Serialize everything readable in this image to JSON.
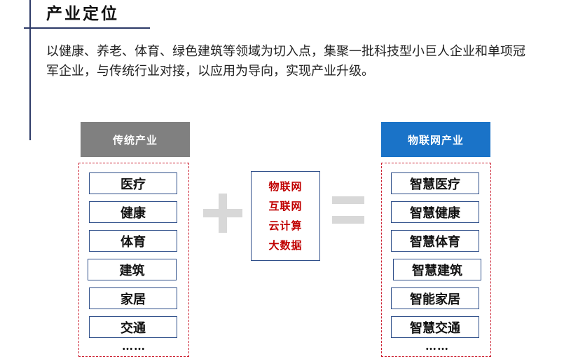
{
  "title": "产业定位",
  "intro": "以健康、养老、体育、绿色建筑等领域为切入点，集聚一批科技型小巨人企业和单项冠军企业，与传统行业对接，以应用为导向，实现产业升级。",
  "traditional": {
    "header": "传统产业",
    "items": [
      "医疗",
      "健康",
      "体育",
      "建筑",
      "家居",
      "交通"
    ],
    "ellipsis": "……"
  },
  "operator_plus": "+",
  "technologies": [
    "物联网",
    "互联网",
    "云计算",
    "大数据"
  ],
  "operator_equals": "=",
  "iot": {
    "header": "物联网产业",
    "items": [
      "智慧医疗",
      "智慧健康",
      "智慧体育",
      "智慧建筑",
      "智能家居",
      "智慧交通"
    ],
    "ellipsis": "……"
  },
  "colors": {
    "accent_navy": "#2d3a67",
    "traditional_header": "#808080",
    "iot_header": "#1a73c8",
    "dashed_border": "#cc2233",
    "tech_text": "#c00000",
    "operator_gray": "#d8d8d8"
  }
}
